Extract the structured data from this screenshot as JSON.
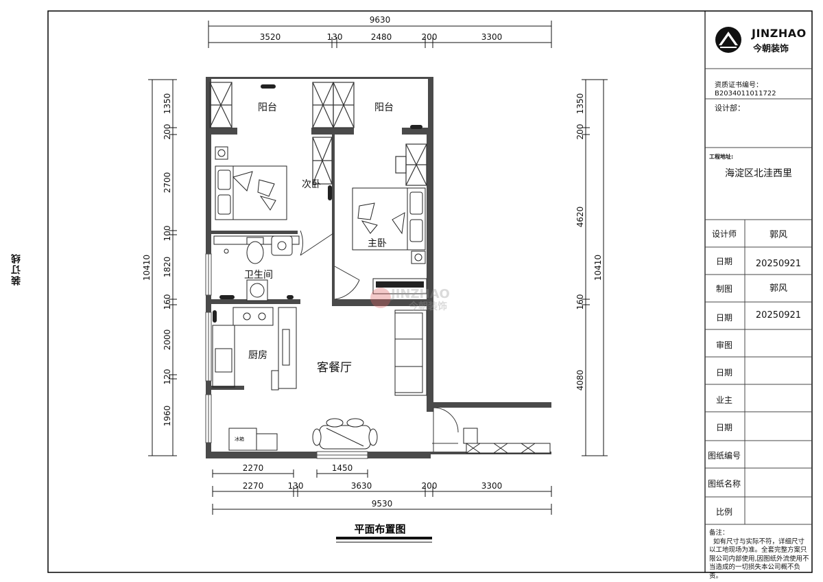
{
  "binding_label": "装订线",
  "logo": {
    "brand_en": "JINZHAO",
    "brand_cn": "今朝装饰"
  },
  "watermark": {
    "text_en": "JINZHAO",
    "text_cn": "今朝装饰"
  },
  "title_block": {
    "cert_label": "资质证书编号：",
    "cert_number": "B2034011011722",
    "design_dept_label": "设计部：",
    "project_address_label": "工程地址:",
    "project_address": "海淀区北洼西里",
    "rows": [
      {
        "label": "设计师",
        "value": "郭风"
      },
      {
        "label": "日期",
        "value": "20250921"
      },
      {
        "label": "制图",
        "value": "郭风"
      },
      {
        "label": "日期",
        "value": "20250921"
      },
      {
        "label": "审图",
        "value": ""
      },
      {
        "label": "日期",
        "value": ""
      },
      {
        "label": "业主",
        "value": ""
      },
      {
        "label": "日期",
        "value": ""
      },
      {
        "label": "图纸编号",
        "value": ""
      },
      {
        "label": "图纸名称",
        "value": ""
      },
      {
        "label": "比例",
        "value": ""
      }
    ],
    "notes_label": "备注：",
    "notes_text": "如有尺寸与实际不符，详细尺寸以工地现场为准。全套完整方案只限公司内部使用,因图纸外流使用不当造成的一切损失本公司概不负责。"
  },
  "plan": {
    "title": "平面布置图",
    "rooms": {
      "balcony_left": "阳台",
      "balcony_right": "阳台",
      "second_bedroom": "次卧",
      "master_bedroom": "主卧",
      "bathroom": "卫生间",
      "kitchen": "厨房",
      "living_dining": "客餐厅",
      "fridge": "冰箱"
    },
    "dimensions": {
      "top_total": "9630",
      "top_segments": [
        "3520",
        "130",
        "2480",
        "200",
        "3300"
      ],
      "left_total": "10410",
      "left_segments": [
        "1350",
        "200",
        "2700",
        "100",
        "1820",
        "160",
        "2000",
        "120",
        "1960"
      ],
      "right_total": "10410",
      "right_segments": [
        "1350",
        "200",
        "4620",
        "160",
        "4080"
      ],
      "bottom_kitchen": "2270",
      "bottom_window": "1450",
      "bottom_segments": [
        "2270",
        "130",
        "3630",
        "200",
        "3300"
      ],
      "bottom_total": "9530"
    }
  }
}
